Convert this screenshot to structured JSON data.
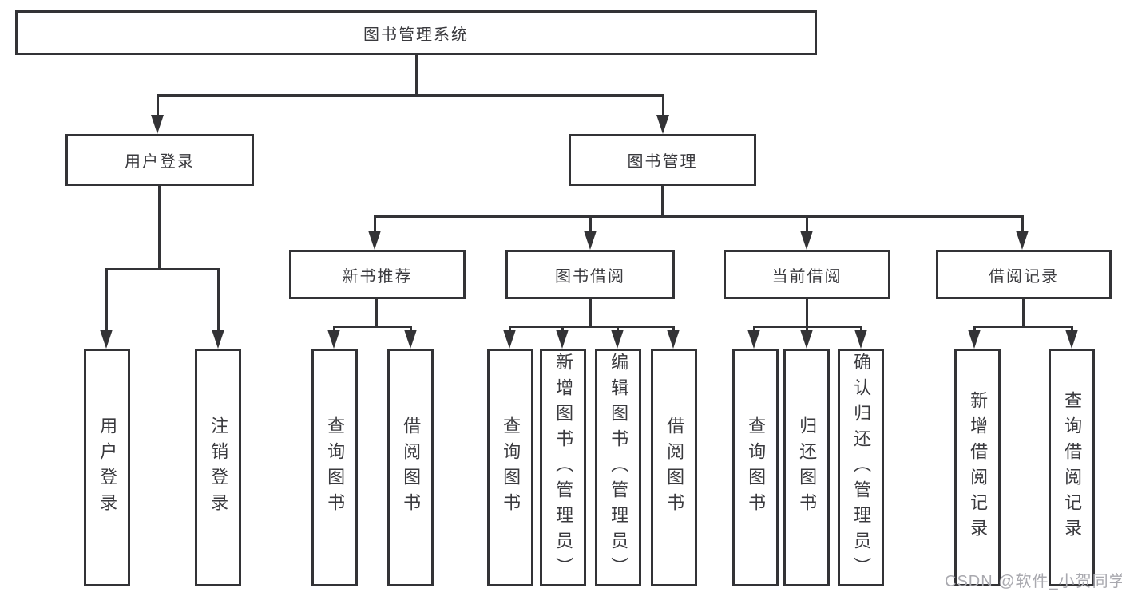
{
  "diagram": {
    "type": "hierarchy-diagram",
    "watermark": "CSDN @软件_小贺同学",
    "colors": {
      "line": "#333336",
      "box_border": "#333336",
      "text": "#3a3a3e",
      "watermark": "#a9a9af",
      "background": "#ffffff"
    },
    "tree": {
      "label": "图书管理系统",
      "children": [
        {
          "label": "用户登录",
          "children": [
            {
              "label": "用户登录"
            },
            {
              "label": "注销登录"
            }
          ]
        },
        {
          "label": "图书管理",
          "children": [
            {
              "label": "新书推荐",
              "children": [
                {
                  "label": "查询图书"
                },
                {
                  "label": "借阅图书"
                }
              ]
            },
            {
              "label": "图书借阅",
              "children": [
                {
                  "label": "查询图书"
                },
                {
                  "label": "新增图书（管理员）"
                },
                {
                  "label": "编辑图书（管理员）"
                },
                {
                  "label": "借阅图书"
                }
              ]
            },
            {
              "label": "当前借阅",
              "children": [
                {
                  "label": "查询图书"
                },
                {
                  "label": "归还图书"
                },
                {
                  "label": "确认归还（管理员）"
                }
              ]
            },
            {
              "label": "借阅记录",
              "children": [
                {
                  "label": "新增借阅记录"
                },
                {
                  "label": "查询借阅记录"
                }
              ]
            }
          ]
        }
      ]
    }
  }
}
